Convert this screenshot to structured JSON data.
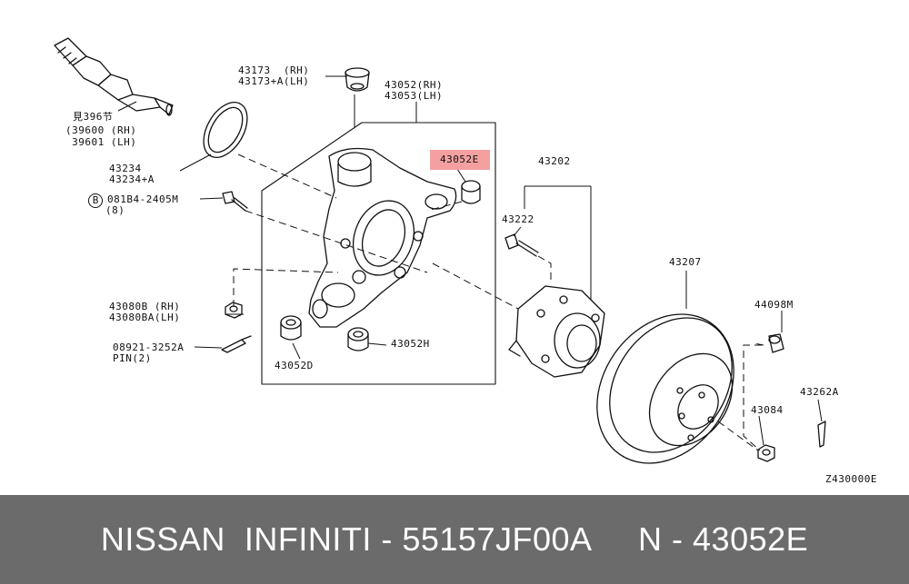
{
  "diagram": {
    "code": "Z430000E",
    "highlight_color": "#f4a0a0",
    "labels": {
      "ref_396": "見396节",
      "ref_39600": "(39600 (RH)",
      "ref_39601": " 39601 (LH)",
      "p43173_rh": "43173  (RH)",
      "p43173_lh": "43173+A(LH)",
      "p43052_rh": "43052(RH)",
      "p43053_lh": "43053(LH)",
      "p43052e": "43052E",
      "p43202": "43202",
      "p43222": "43222",
      "p43234": "43234",
      "p43234a": "43234+A",
      "bolt_symbol": "B",
      "bolt_num": "081B4-2405M",
      "bolt_qty": "(8)",
      "p43080b_rh": "43080B (RH)",
      "p43080ba_lh": "43080BA(LH)",
      "p08921": "08921-3252A",
      "pin": "PIN(2)",
      "p43052d": "43052D",
      "p43052h": "43052H",
      "p43207": "43207",
      "p44098m": "44098M",
      "p43084": "43084",
      "p43262a": "43262A"
    }
  },
  "footer": {
    "text": "NISSAN  INFINITI - 55157JF00A     N - 43052E",
    "bg_color": "#6b6b6b",
    "text_color": "#ffffff"
  }
}
